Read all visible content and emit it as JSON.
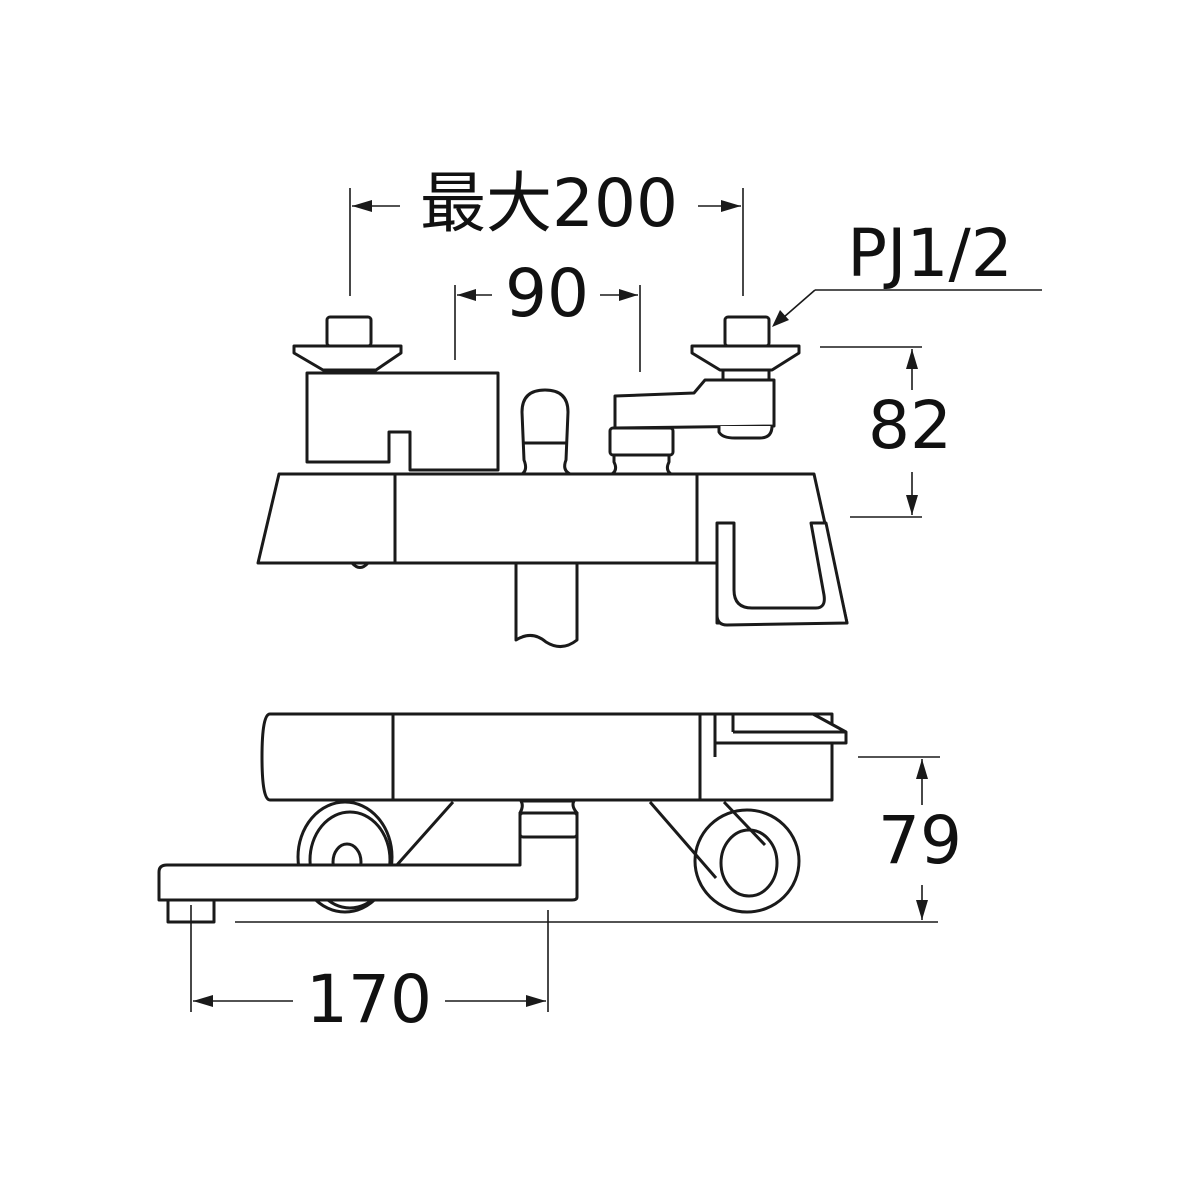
{
  "dimensions": {
    "max_span": "最大200",
    "inlet_pitch": "90",
    "thread": "PJ1/2",
    "height_top": "82",
    "height_bottom": "79",
    "spout_length": "170"
  },
  "colors": {
    "line": "#1a1a1a",
    "background": "#ffffff"
  }
}
